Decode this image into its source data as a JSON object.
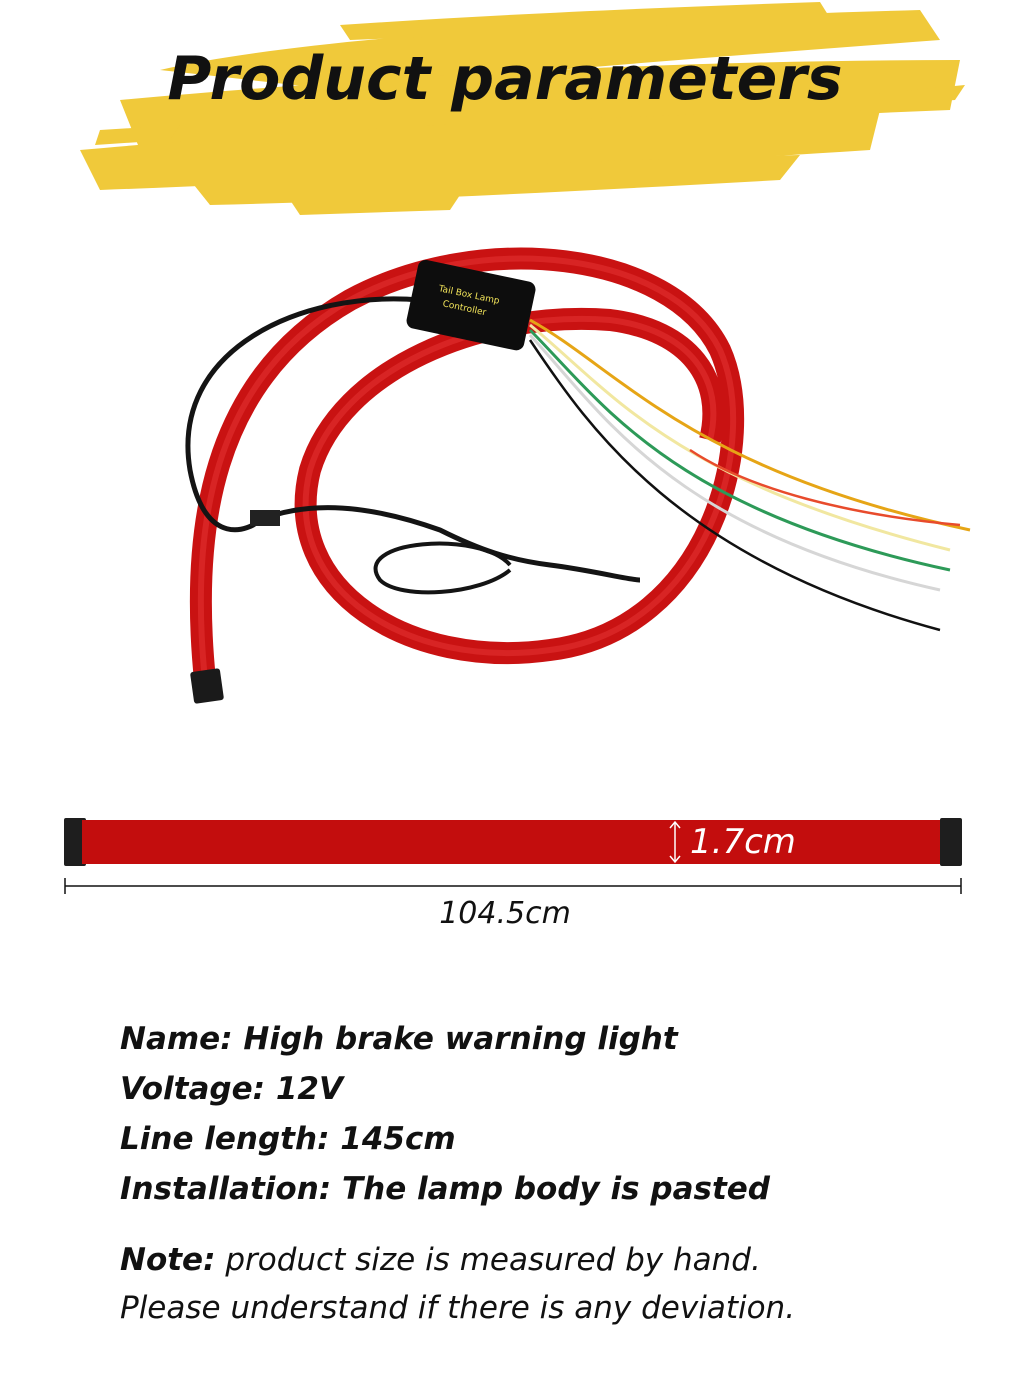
{
  "header": {
    "title": "Product parameters",
    "brush_color": "#f0c93a"
  },
  "product_image": {
    "controller_label_line1": "Tail Box Lamp",
    "controller_label_line2": "Controller"
  },
  "dimensions": {
    "height": "1.7cm",
    "length": "104.5cm",
    "strip_color": "#c30d0d"
  },
  "specs": [
    {
      "label": "Name:",
      "value": "High brake warning light"
    },
    {
      "label": "Voltage:",
      "value": "12V"
    },
    {
      "label": "Line length:",
      "value": "145cm"
    },
    {
      "label": "Installation:",
      "value": "The lamp body is pasted"
    }
  ],
  "note": {
    "label": "Note:",
    "line1": "product size is measured by hand.",
    "line2": "Please understand if there is any deviation."
  }
}
